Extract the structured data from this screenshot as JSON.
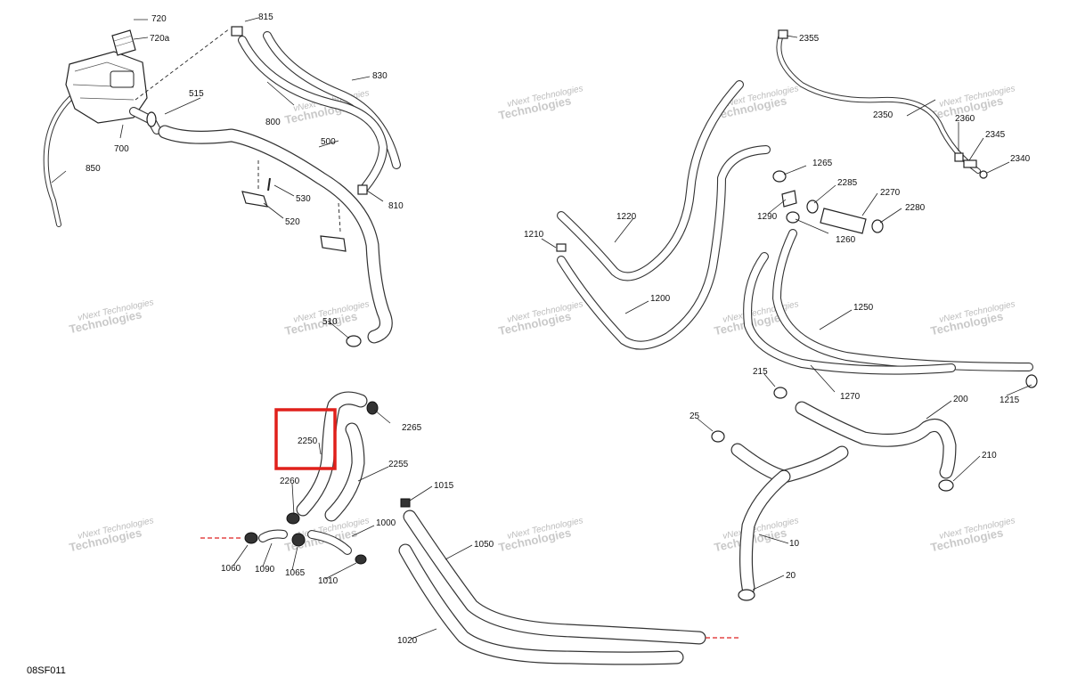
{
  "diagram_code": "08SF011",
  "watermark": {
    "line1": "vNext Technologies",
    "line2": "Technologies"
  },
  "highlight": {
    "part": "2250",
    "color": "#e0201b"
  },
  "parts": {
    "p720": "720",
    "p720a": "720a",
    "p700": "700",
    "p850": "850",
    "p815": "815",
    "p830": "830",
    "p800": "800",
    "p515": "515",
    "p500": "500",
    "p530": "530",
    "p520": "520",
    "p810": "810",
    "p510": "510",
    "p2355": "2355",
    "p2350": "2350",
    "p2360": "2360",
    "p2345": "2345",
    "p2340": "2340",
    "p1265": "1265",
    "p2285": "2285",
    "p2270": "2270",
    "p2280": "2280",
    "p1290": "1290",
    "p1260": "1260",
    "p1220": "1220",
    "p1210": "1210",
    "p1200": "1200",
    "p1250": "1250",
    "p1270": "1270",
    "p1215": "1215",
    "p215": "215",
    "p200": "200",
    "p25": "25",
    "p210": "210",
    "p10": "10",
    "p20": "20",
    "p2250": "2250",
    "p2265": "2265",
    "p2255": "2255",
    "p2260": "2260",
    "p1015": "1015",
    "p1000": "1000",
    "p1050": "1050",
    "p1060": "1060",
    "p1090": "1090",
    "p1065": "1065",
    "p1010": "1010",
    "p1020": "1020"
  }
}
